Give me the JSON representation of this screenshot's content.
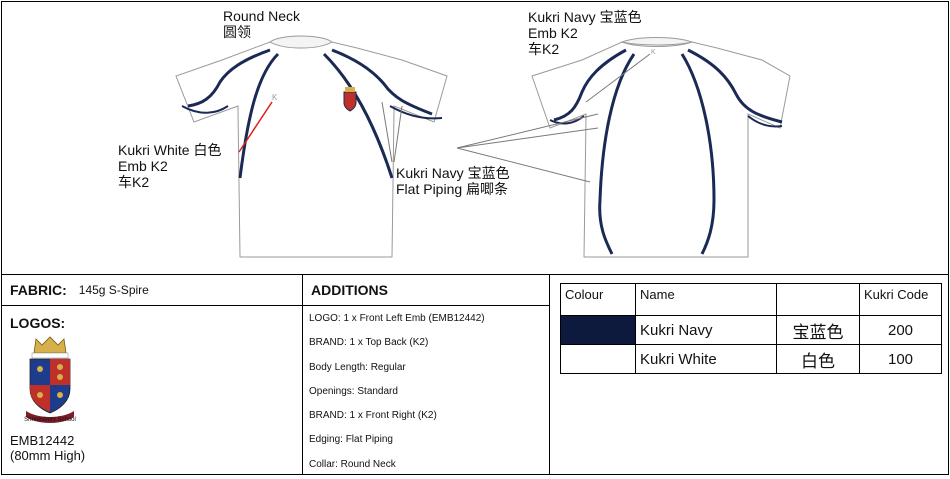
{
  "callouts": {
    "front_neck": {
      "line1": "Round Neck",
      "line2": "圆领"
    },
    "front_left": {
      "line1": "Kukri White 白色",
      "line2": "Emb K2",
      "line3": "车K2"
    },
    "front_piping": {
      "line1": "Kukri Navy 宝蓝色",
      "line2": "Flat Piping 扁唧条"
    },
    "back_top": {
      "line1": "Kukri Navy 宝蓝色",
      "line2": "Emb K2",
      "line3": "车K2"
    }
  },
  "fabric": {
    "label": "FABRIC:",
    "value": "145g S-Spire"
  },
  "logos": {
    "title": "LOGOS:",
    "crest_caption": "Shrewsbury School",
    "code": "EMB12442",
    "size": "(80mm High)"
  },
  "additions": {
    "title": "ADDITIONS",
    "items": [
      "LOGO: 1 x Front Left Emb (EMB12442)",
      "BRAND: 1 x Top Back (K2)",
      "Body Length: Regular",
      "Openings: Standard",
      "BRAND: 1 x Front Right (K2)",
      "Edging: Flat Piping",
      "Collar: Round Neck"
    ]
  },
  "colours_table": {
    "headers": {
      "colour": "Colour",
      "name": "Name",
      "cn": "",
      "code": "Kukri Code"
    },
    "rows": [
      {
        "swatch": "#0d1a3d",
        "name": "Kukri Navy",
        "cn": "宝蓝色",
        "code": "200"
      },
      {
        "swatch": "#ffffff",
        "name": "Kukri White",
        "cn": "白色",
        "code": "100"
      }
    ]
  },
  "colors": {
    "navy": "#1b2a55",
    "outline": "#9a9a9a",
    "leader_red": "#e0201a",
    "leader_grey": "#7a7a7a"
  }
}
